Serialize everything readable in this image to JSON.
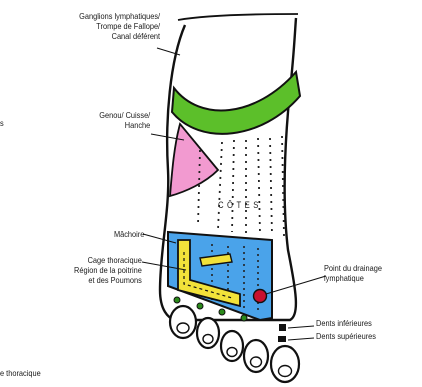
{
  "colors": {
    "lymph_band": "#5cbf2a",
    "knee_zone": "#f29ad0",
    "thorax_zone": "#4aa3ea",
    "jaw_zone": "#f2e23a",
    "drain_point": "#c8102e",
    "outline": "#111111"
  },
  "labels": {
    "ganglions": [
      "Ganglions lymphatiques/",
      "Trompe de Fallope/",
      "Canal déférent"
    ],
    "genou": [
      "Genou/ Cuisse/",
      "Hanche"
    ],
    "cotes": "CÔTES",
    "machoire": "Mâchoire",
    "cage": [
      "Cage thoracique",
      "Région de la poitrine",
      "et des Poumons"
    ],
    "point": [
      "Point du drainage",
      "lymphatique"
    ],
    "dents_inf": "Dents inférieures",
    "dents_sup": "Dents supérieures",
    "left_fragment_top": "s",
    "left_fragment_bottom": "e thoracique"
  }
}
